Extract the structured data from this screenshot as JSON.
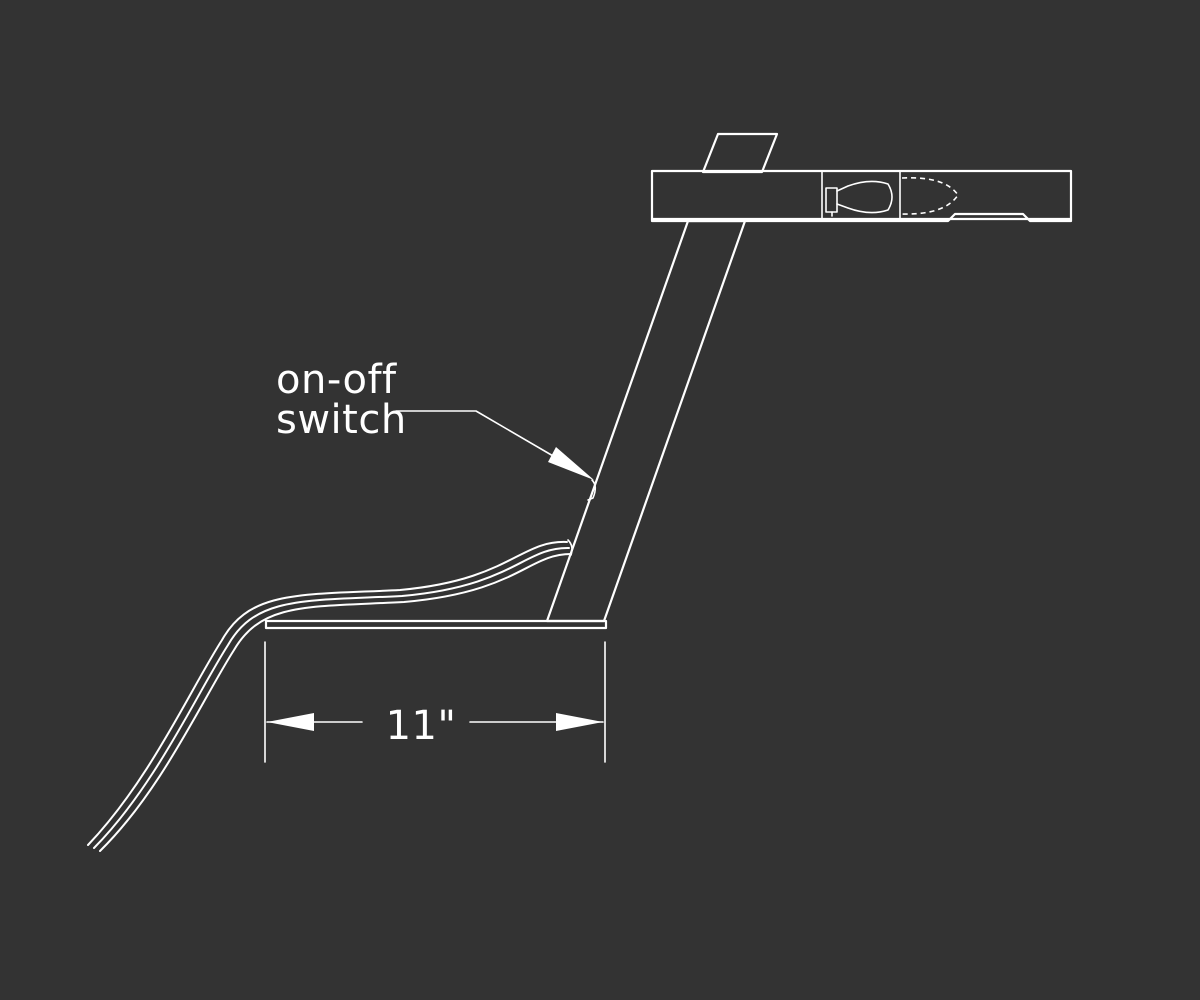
{
  "callout": {
    "line1": "on-off",
    "line2": "switch"
  },
  "dimension": {
    "label": "11\""
  },
  "colors": {
    "background": "#333333",
    "line": "#ffffff"
  },
  "icons": [
    "lamp-drawing",
    "arrow-icon"
  ]
}
